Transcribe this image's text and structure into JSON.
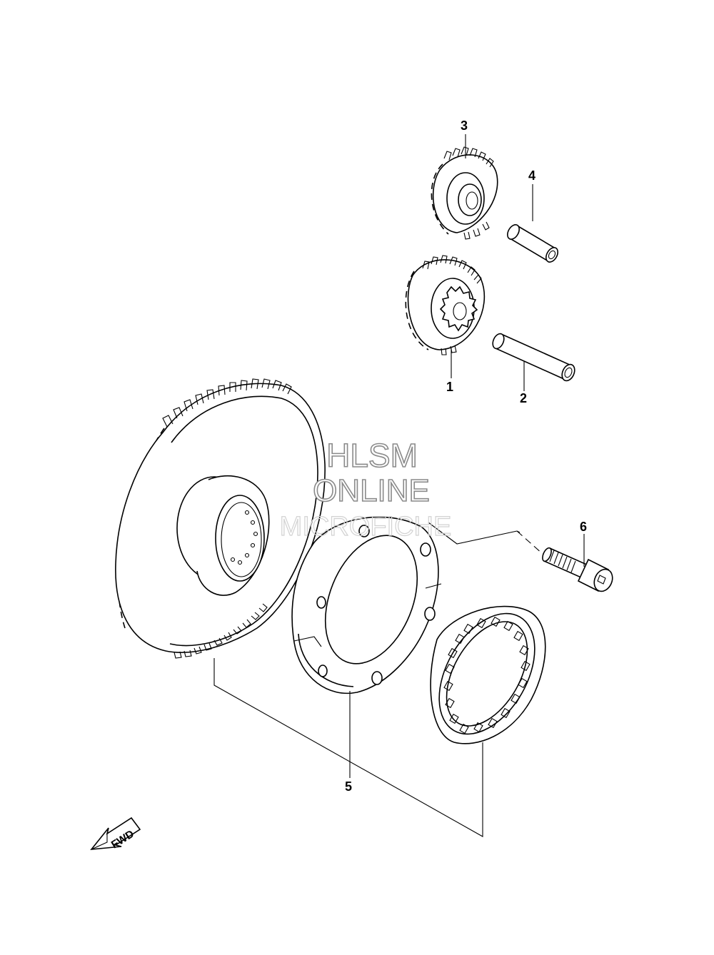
{
  "callouts": [
    {
      "id": "1",
      "label": "1"
    },
    {
      "id": "2",
      "label": "2"
    },
    {
      "id": "3",
      "label": "3"
    },
    {
      "id": "4",
      "label": "4"
    },
    {
      "id": "5",
      "label": "5"
    },
    {
      "id": "6",
      "label": "6"
    }
  ],
  "watermark": {
    "line1": "HLSM",
    "line2": "ONLINE",
    "line3": "MICROFICHE"
  },
  "direction_marker": {
    "label": "FWD"
  },
  "colors": {
    "ink": "#000000",
    "background": "#ffffff",
    "watermark_outline": "#8a8a8a",
    "watermark_faint": "#d2d2d2"
  },
  "icons": {
    "direction_marker": "arrow-left-down-icon"
  }
}
